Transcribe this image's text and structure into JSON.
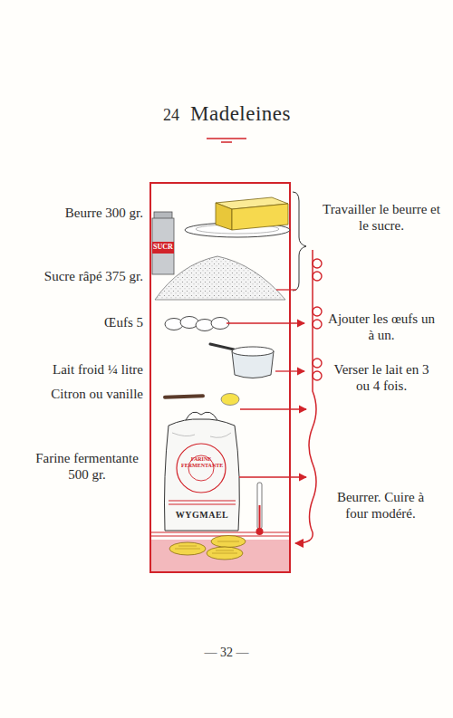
{
  "diagram": {
    "title": "Madeleines",
    "labels": [
      "24",
      "Beurre 300 gr.",
      "Sucre râpé 375 gr.",
      "Œufs 5",
      "Lait froid ¼ litre",
      "Citron ou vanille",
      "Farine fermentante 500 gr.",
      "Travailler le beurre et le sucre.",
      "Ajouter les œufs un à un.",
      "Verser le lait en 3 ou 4 fois.",
      "Beurrer. Cuire à four modéré.",
      "SUCR",
      "FARINE FERMENTANTE",
      "WYGMAEL",
      "— 32 —"
    ]
  }
}
